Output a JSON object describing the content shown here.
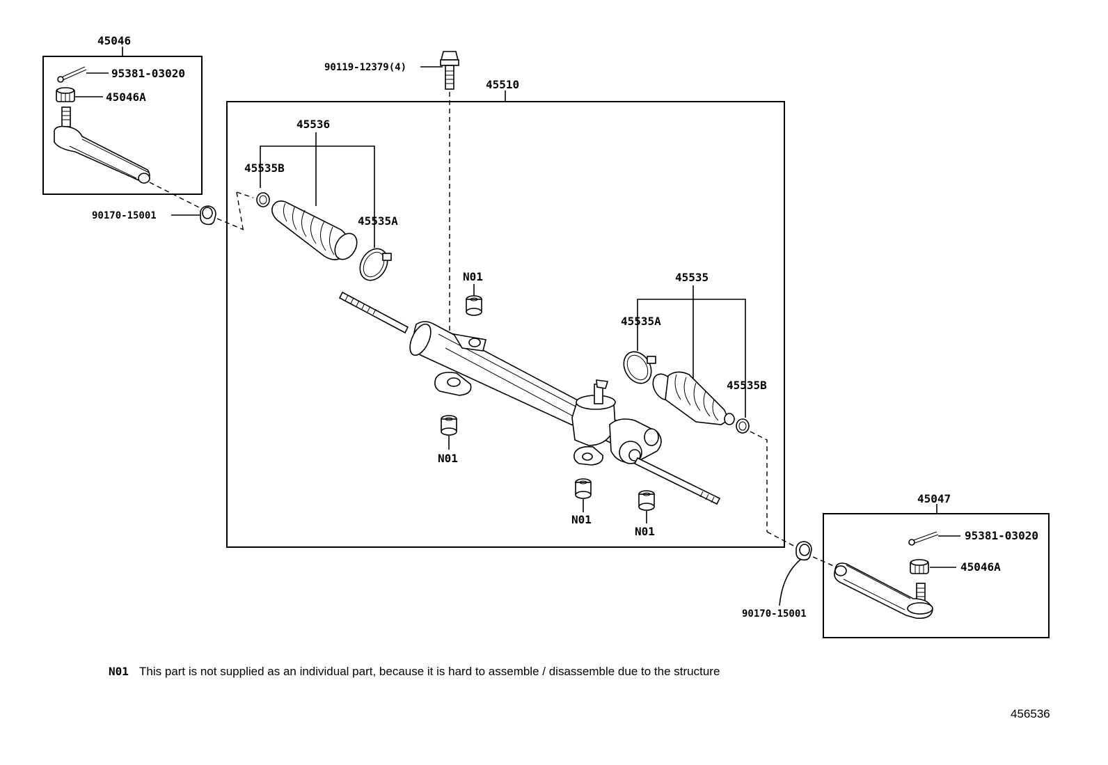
{
  "labels": {
    "tie_rod_end_left_box": "45046",
    "cotter_pin_left": "95381-03020",
    "nut_left": "45046A",
    "bolt": "90119-12379(4)",
    "gear_assy_box": "45510",
    "boot_kit_left": "45536",
    "clip_left": "45535B",
    "clamp_left": "45535A",
    "lock_nut_left": "90170-15001",
    "n01_a": "N01",
    "n01_b": "N01",
    "n01_c": "N01",
    "n01_d": "N01",
    "boot_kit_right": "45535",
    "clamp_right": "45535A",
    "clip_right": "45535B",
    "tie_rod_end_right_box": "45047",
    "cotter_pin_right": "95381-03020",
    "nut_right": "45046A",
    "lock_nut_right": "90170-15001"
  },
  "footnote": {
    "code": "N01",
    "text": "This part is not supplied as an individual part, because it is hard to assemble / disassemble due to the structure"
  },
  "illustration_number": "456536"
}
